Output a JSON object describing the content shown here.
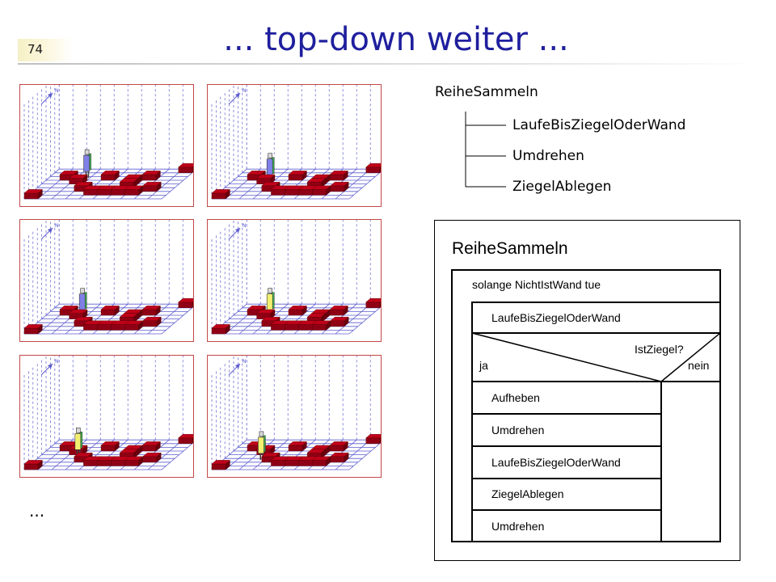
{
  "slide": {
    "number": "74",
    "title": "... top-down weiter ...",
    "ellipsis": "..."
  },
  "world": {
    "compass": "N",
    "brick_color": "#c0001a",
    "grid_color": "#5c5cd0",
    "robot_colors": {
      "normal": "#8080e8",
      "holding": "#f2ee70",
      "back": "#3cb04c"
    },
    "panels": [
      {
        "id": 1,
        "robot_state": "normal",
        "robot_col": 2,
        "robot_row": 6
      },
      {
        "id": 2,
        "robot_state": "normal",
        "robot_col": 2,
        "robot_row": 5
      },
      {
        "id": 3,
        "robot_state": "normal",
        "robot_col": 2,
        "robot_row": 5
      },
      {
        "id": 4,
        "robot_state": "holding",
        "robot_col": 2,
        "robot_row": 5
      },
      {
        "id": 5,
        "robot_state": "holding",
        "robot_col": 2,
        "robot_row": 4
      },
      {
        "id": 6,
        "robot_state": "holding",
        "robot_col": 2,
        "robot_row": 3
      }
    ]
  },
  "tree": {
    "root": "ReiheSammeln",
    "children": [
      "LaufeBisZiegelOderWand",
      "Umdrehen",
      "ZiegelAblegen"
    ]
  },
  "structogram": {
    "title": "ReiheSammeln",
    "loop": "solange NichtIstWand tue",
    "first_step": "LaufeBisZiegelOderWand",
    "condition": "IstZiegel?",
    "yes": "ja",
    "no": "nein",
    "yes_branch": [
      "Aufheben",
      "Umdrehen",
      "LaufeBisZiegelOderWand",
      "ZiegelAblegen",
      "Umdrehen"
    ]
  }
}
